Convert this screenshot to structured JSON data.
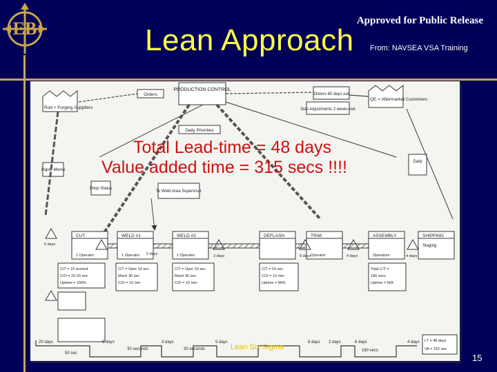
{
  "header": {
    "approval_notice": "Approved for Public Release",
    "title": "Lean Approach",
    "source": "From: NAVSEA VSA Training"
  },
  "logo": {
    "letters": "EB"
  },
  "overlay": {
    "lead_time": "Total Lead-time = 48 days",
    "value_added": "Value added time = 315 secs !!!!"
  },
  "vsm": {
    "production_control": "PRODUCTION CONTROL",
    "supplier": "Rod + Forging Suppliers",
    "customer": "QE = Aftermarket Customers",
    "orders": "Orders",
    "orders_daily": "Orders 60 days out",
    "size_adjustments": "Size Adjustments 2 weeks out",
    "daily_priorities": "Daily Priorities",
    "paper_memo": "Paper Memo",
    "shop_status": "Shop Status",
    "to_weld_area": "To Weld Area Supervisor",
    "daily": "Daily",
    "processes": [
      {
        "name": "CUT",
        "data": [
          "C/T = 15 second",
          "C/O = 15-20 sec",
          "Uptime = 100%"
        ]
      },
      {
        "name": "WELD #1",
        "data": [
          "C/T = Oper 10 sec",
          "Mach 30 sec",
          "C/O = 15 min"
        ]
      },
      {
        "name": "WELD #2",
        "data": [
          "C/T = Oper 10 sec",
          "Mach 30 sec",
          "C/O = 15 min"
        ]
      },
      {
        "name": "DEFLASH",
        "data": [
          "C/T = 10 sec",
          "C/O = 10 min",
          "Uptime = 80%"
        ]
      },
      {
        "name": "TRIM",
        "data": []
      },
      {
        "name": "ASSEMBLY",
        "data": [
          "Total C/T =",
          "180 secs",
          "Uptime = N/A"
        ]
      },
      {
        "name": "SHIPPING",
        "data": [
          "Staging"
        ]
      }
    ],
    "inventory": [
      "5 days",
      "5 days",
      "3 days",
      "6 days",
      "4 days",
      "4 days"
    ],
    "operators": [
      "1 Operator",
      "1 Operator",
      "1 Operator",
      "Operator",
      "Operators"
    ],
    "timeline_days": [
      "20 days",
      "5 days",
      "3 days",
      "5 days",
      "6 days",
      "2 days",
      "6 days",
      "4 days"
    ],
    "timeline_secs": [
      "50 sec",
      "30 seconds",
      "30 seconds",
      "160 secs"
    ],
    "summary": [
      "LT = 48 days",
      "VA = 315 sec"
    ]
  },
  "footer": {
    "center_text": "Lean Six Sigma",
    "page_number": "15"
  },
  "colors": {
    "background": "#000058",
    "title": "#ffff44",
    "accent_gold": "#c8a64a",
    "overlay_red": "#cc1111"
  }
}
